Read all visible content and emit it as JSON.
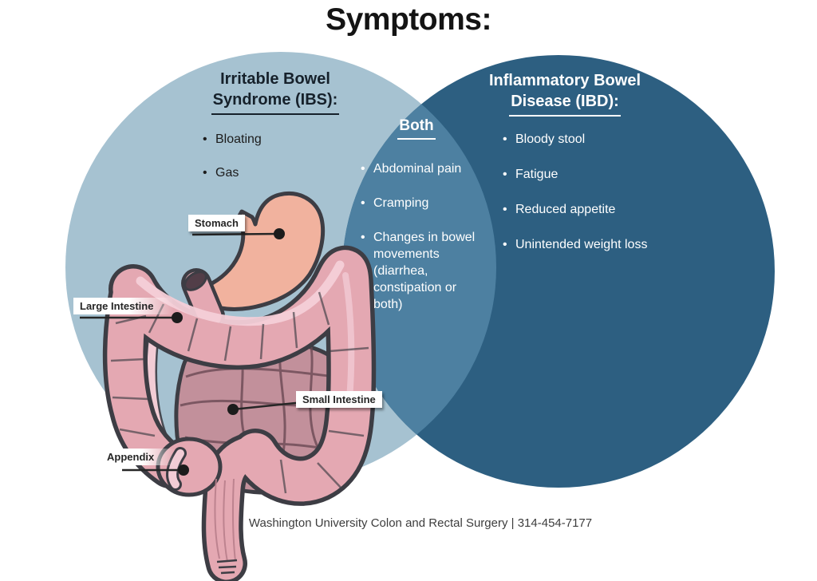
{
  "title": "Symptoms:",
  "venn": {
    "left": {
      "heading": [
        "Irritable Bowel",
        "Syndrome (IBS):"
      ],
      "items": [
        "Bloating",
        "Gas"
      ],
      "color": "#a6c2d1"
    },
    "both": {
      "heading": "Both",
      "items": [
        "Abdominal pain",
        "Cramping",
        "Changes in bowel movements (diarrhea, constipation or both)"
      ],
      "color": "#4d80a1"
    },
    "right": {
      "heading": [
        "Inflammatory Bowel",
        "Disease (IBD):"
      ],
      "items": [
        "Bloody stool",
        "Fatigue",
        "Reduced appetite",
        "Unintended weight loss"
      ],
      "color": "#2d5f81"
    }
  },
  "anatomy_labels": {
    "stomach": "Stomach",
    "large_intestine": "Large Intestine",
    "small_intestine": "Small Intestine",
    "appendix": "Appendix"
  },
  "illustration": {
    "stomach_color": "#f1b29e",
    "colon_color": "#e4a8b2",
    "small_intestine_color": "#c2909b",
    "highlight_color": "#f4cfd8",
    "appendix_color": "#f2ccd5",
    "opening_color": "#523e48",
    "outline_color": "#3d3d44"
  },
  "footer": "Washington University Colon and Rectal Surgery | 314-454-7177"
}
